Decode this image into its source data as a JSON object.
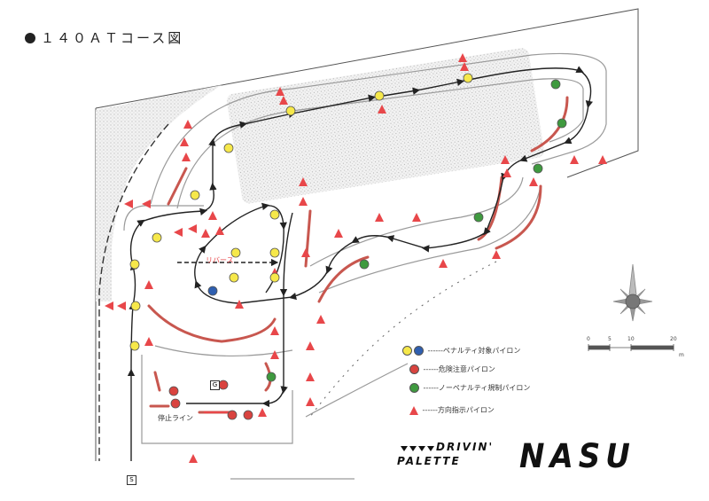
{
  "title": "１４０ＡＴコース図",
  "map_labels": {
    "reverse": "リバース",
    "stop_line": "停止ライン",
    "goal_box": "G",
    "start_box": "S"
  },
  "legend": [
    {
      "text": "ペナルティ対象パイロン",
      "symbols": [
        "yellow-cone",
        "blue-cone"
      ]
    },
    {
      "text": "危険注意パイロン",
      "symbols": [
        "red-cone"
      ]
    },
    {
      "text": "ノーペナルティ規制パイロン",
      "symbols": [
        "green-cone"
      ]
    },
    {
      "text": "方向指示パイロン",
      "symbols": [
        "direction-cone"
      ]
    }
  ],
  "scale": {
    "ticks": [
      "0",
      "5",
      "10",
      "20"
    ],
    "unit": "m"
  },
  "brand": {
    "line1": "DRIVIN'",
    "line2": "PALETTE",
    "name": "NASU"
  },
  "colors": {
    "yellow_cone": "#f6e84a",
    "blue_cone": "#2f5fb0",
    "red_cone": "#d9433f",
    "green_cone": "#3f9a3f",
    "direction_cone": "#e8474a",
    "boundary": "#c8574f",
    "course_line": "#222222",
    "road_edge": "#9a9a9a"
  }
}
